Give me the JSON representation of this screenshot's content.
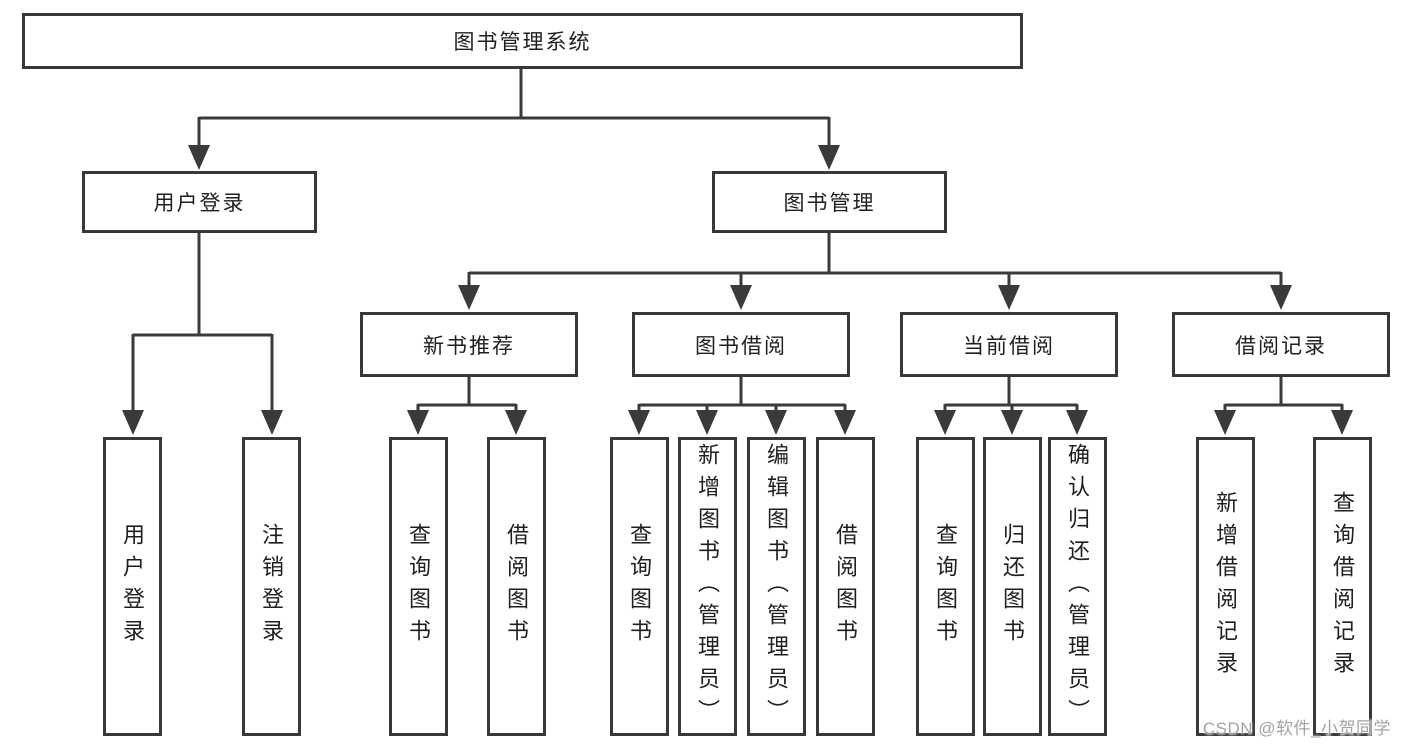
{
  "watermark": {
    "text": "CSDN @软件_小贺同学"
  },
  "colors": {
    "line": "#3a3a3a",
    "box_border": "#383838",
    "text": "#1f1f1f",
    "watermark": "#a3a3a3",
    "background": "#ffffff"
  },
  "tree": {
    "root": {
      "label": "图书管理系统"
    },
    "branches": [
      {
        "label": "用户登录",
        "leaves": [
          {
            "label": "用户登录"
          },
          {
            "label": "注销登录"
          }
        ]
      },
      {
        "label": "图书管理",
        "groups": [
          {
            "label": "新书推荐",
            "leaves": [
              {
                "label": "查询图书"
              },
              {
                "label": "借阅图书"
              }
            ]
          },
          {
            "label": "图书借阅",
            "leaves": [
              {
                "label": "查询图书"
              },
              {
                "label": "新增图书（管理员）"
              },
              {
                "label": "编辑图书（管理员）"
              },
              {
                "label": "借阅图书"
              }
            ]
          },
          {
            "label": "当前借阅",
            "leaves": [
              {
                "label": "查询图书"
              },
              {
                "label": "归还图书"
              },
              {
                "label": "确认归还（管理员）"
              }
            ]
          },
          {
            "label": "借阅记录",
            "leaves": [
              {
                "label": "新增借阅记录"
              },
              {
                "label": "查询借阅记录"
              }
            ]
          }
        ]
      }
    ]
  }
}
